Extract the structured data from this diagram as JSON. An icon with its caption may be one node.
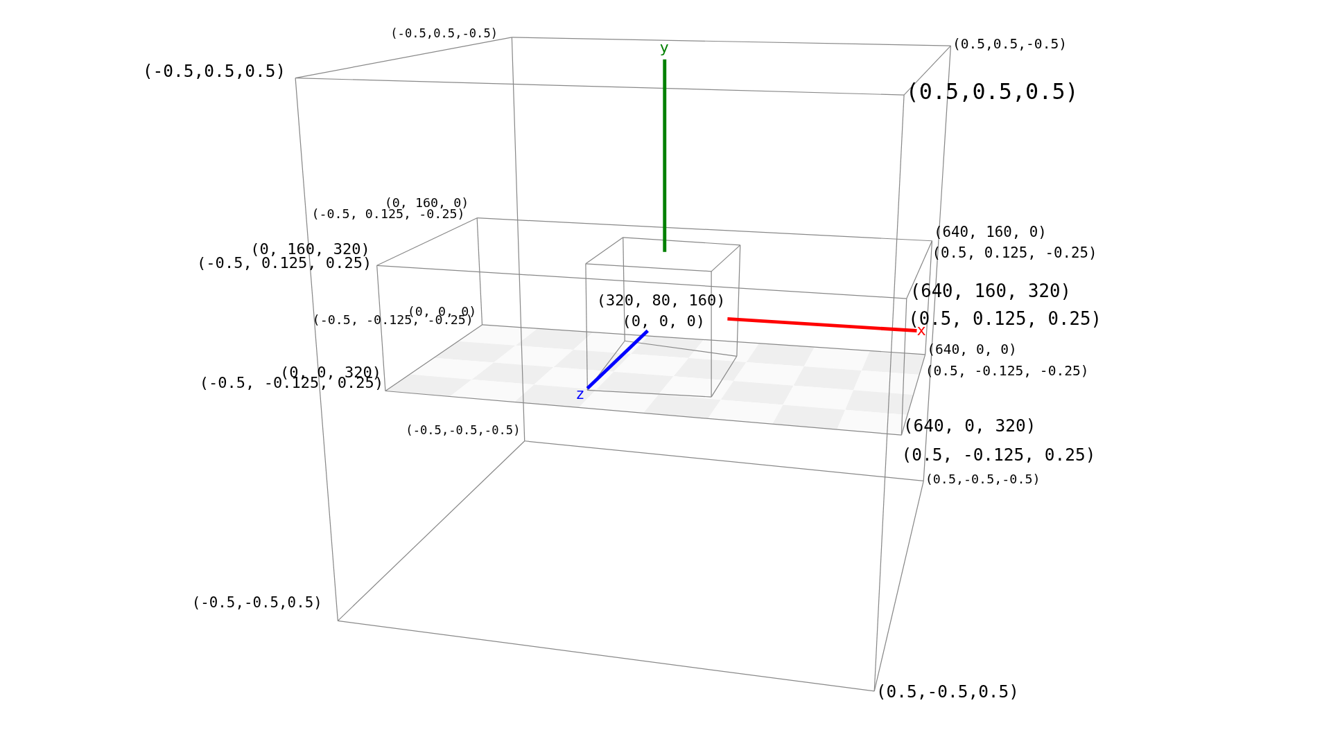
{
  "diagram": {
    "labels": [
      "(-0.5,0.5,-0.5)",
      "y",
      "(0.5,0.5,-0.5)",
      "(-0.5,0.5,0.5)",
      "(0.5,0.5,0.5)",
      "(0, 160, 0)",
      "(-0.5, 0.125, -0.25)",
      "(640, 160, 0)",
      "(0.5, 0.125, -0.25)",
      "(0, 160, 320)",
      "(-0.5, 0.125, 0.25)",
      "(640, 160, 320)",
      "(0.5, 0.125, 0.25)",
      "(320, 80, 160)",
      "(0, 0, 0)",
      "(0, 0, 0)",
      "(-0.5, -0.125, -0.25)",
      "x",
      "(640, 0, 0)",
      "(0.5, -0.125, -0.25)",
      "(0, 0, 320)",
      "(-0.5, -0.125, 0.25)",
      "z",
      "(640, 0, 320)",
      "(0.5, -0.125, 0.25)",
      "(-0.5,-0.5,-0.5)",
      "(0.5,-0.5,-0.5)",
      "(-0.5,-0.5,0.5)",
      "(0.5,-0.5,0.5)"
    ]
  }
}
